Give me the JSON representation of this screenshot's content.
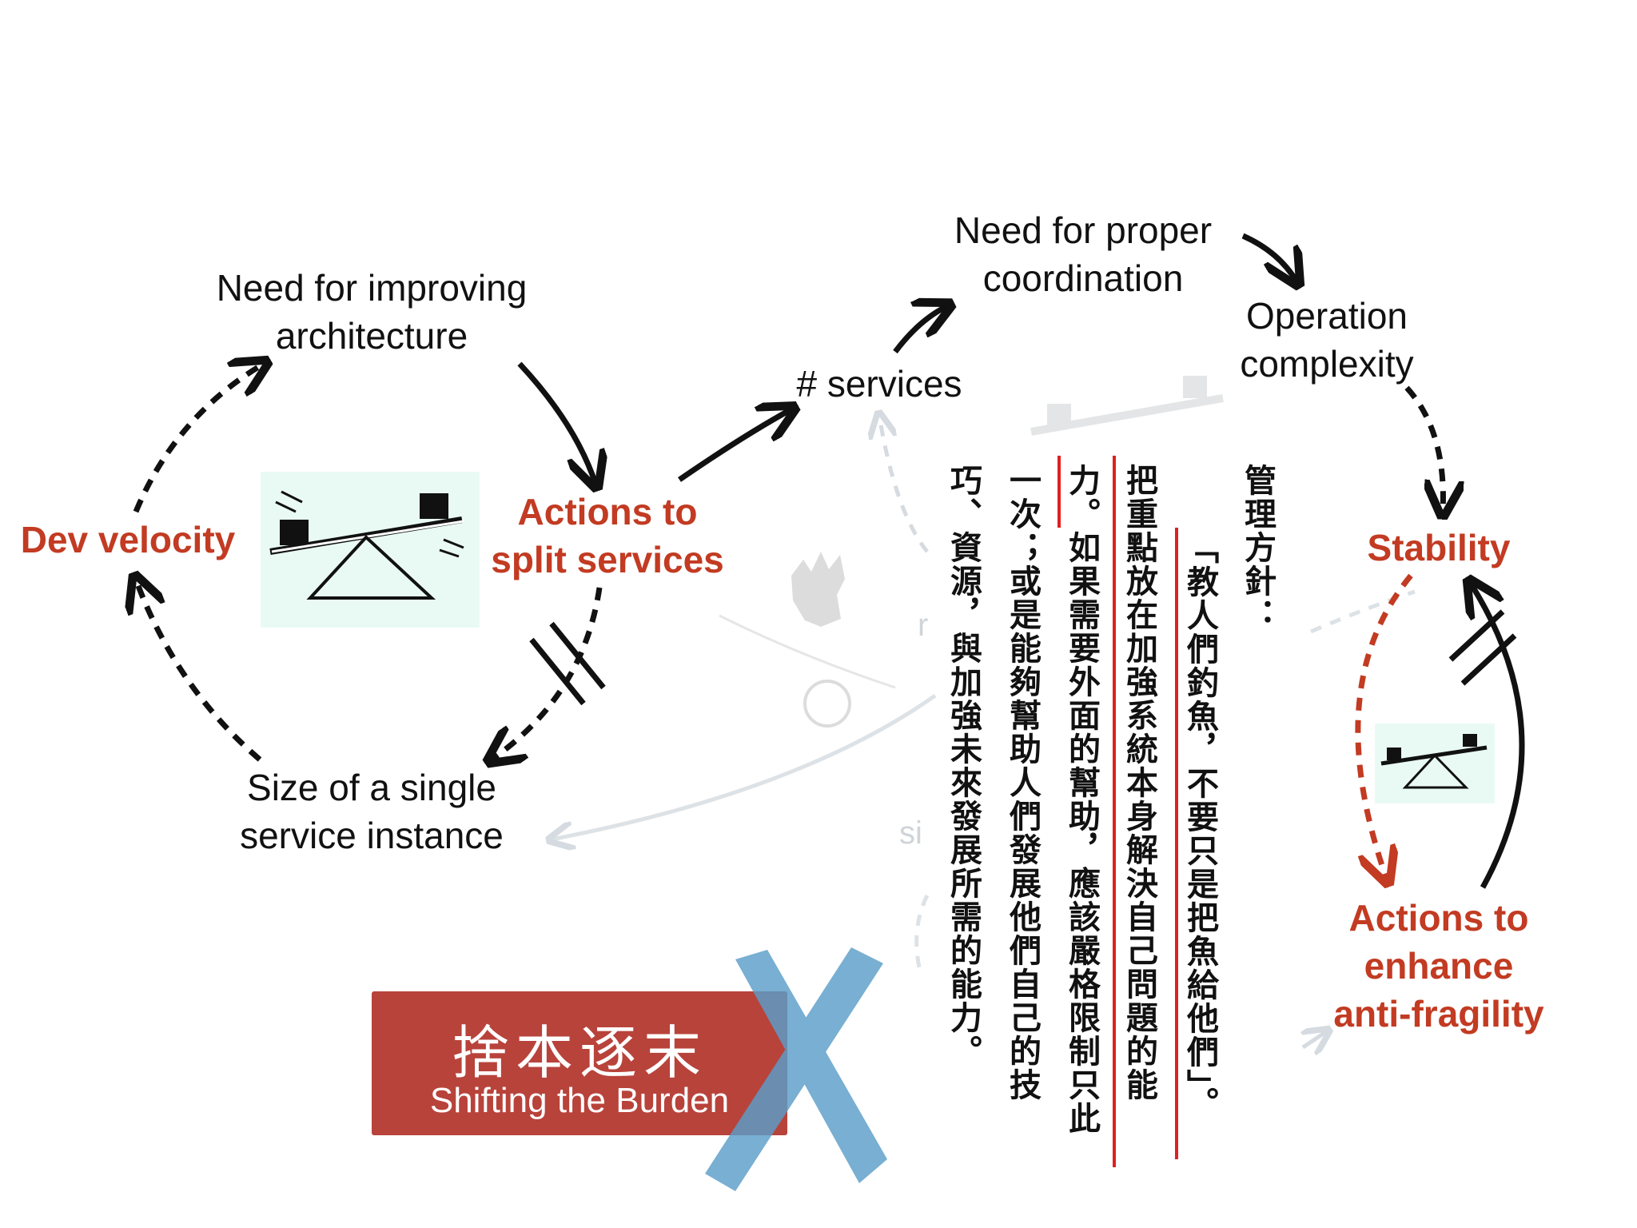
{
  "colors": {
    "accent_red": "#c23b22",
    "stroke": "#111111",
    "banner_bg": "#b8433b",
    "cross": "#5b9ec9",
    "seesaw_bg": "#e9faf4",
    "ghost": "#cfd4d8"
  },
  "nodes": {
    "need_arch": "Need for improving\narchitecture",
    "dev_velocity": "Dev velocity",
    "actions_split": "Actions to\nsplit services",
    "size_instance": "Size of a single\nservice instance",
    "services": "# services",
    "need_coord": "Need for proper\ncoordination",
    "op_complexity": "Operation\ncomplexity",
    "stability": "Stability",
    "actions_enhance": "Actions to\nenhance\nanti-fragility"
  },
  "banner": {
    "chinese": "捨本逐末",
    "english": "Shifting the Burden"
  },
  "quote": {
    "heading": "管理方針：",
    "lines": [
      "「教人們釣魚，不要只是把魚給他們」。",
      "把重點放在加強系統本身解決自己問題的能",
      "力。如果需要外面的幫助，應該嚴格限制只此",
      "一次；或是能夠幫助人們發展他們自己的技",
      "巧、資源，與加強未來發展所需的能力。"
    ]
  },
  "ghost_text": [
    "si",
    "r"
  ],
  "icons": [
    "seesaw-icon",
    "cross-out-icon",
    "tree-icon",
    "ball-icon"
  ]
}
